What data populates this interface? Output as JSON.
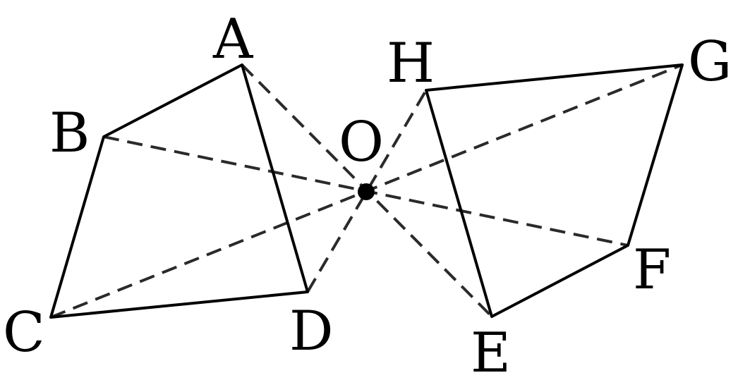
{
  "labels": {
    "A": "A",
    "B": "B",
    "C": "C",
    "D": "D",
    "E": "E",
    "F": "F",
    "G": "G",
    "H": "H",
    "O": "O"
  }
}
